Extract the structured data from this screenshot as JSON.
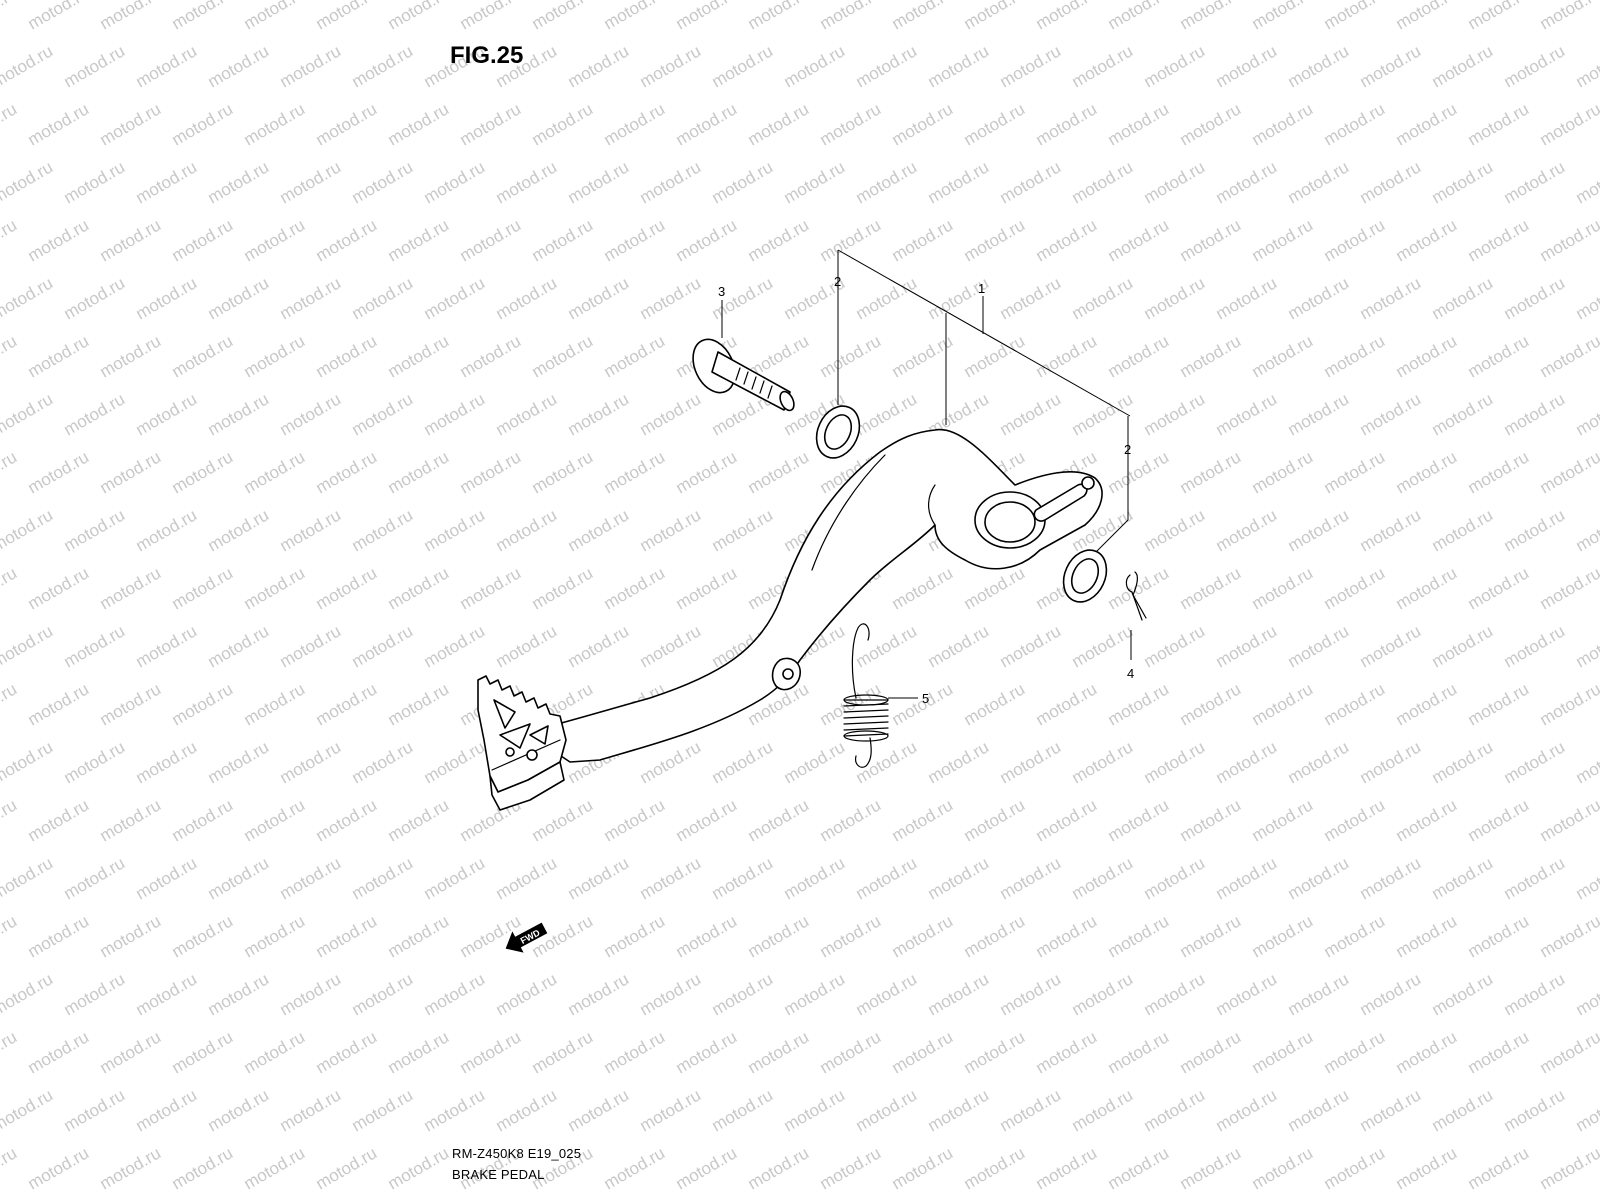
{
  "figure": {
    "title": "FIG.25",
    "model_code": "RM-Z450K8 E19_025",
    "name": "BRAKE PEDAL"
  },
  "callouts": {
    "part_1": "1",
    "part_2_upper": "2",
    "part_2_lower": "2",
    "part_3": "3",
    "part_4": "4",
    "part_5": "5"
  },
  "direction_marker": {
    "label": "FWD",
    "icon": "forward-arrow-icon"
  },
  "watermark": {
    "text": "motod.ru",
    "color": "#c8c8c8"
  }
}
